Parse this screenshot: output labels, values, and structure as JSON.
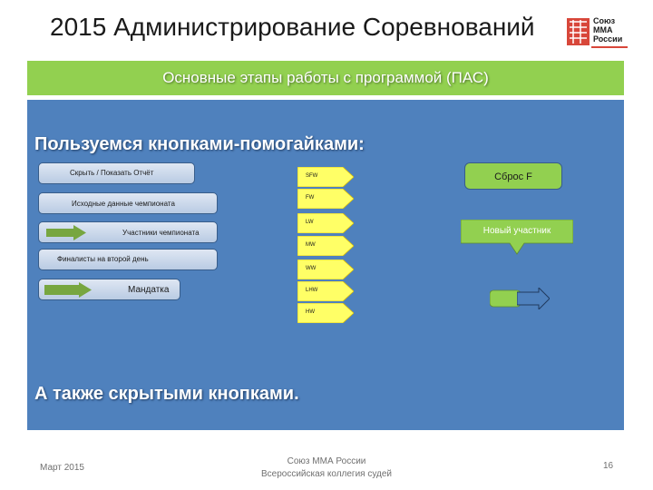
{
  "header": {
    "title": "2015 Администрирование Соревнований",
    "logo_text_1": "Союз",
    "logo_text_2": "ММА",
    "logo_text_3": "России"
  },
  "banner": {
    "text": "Основные этапы работы с программой (ПАС)"
  },
  "panel": {
    "heading": "Пользуемся кнопками-помогайками:",
    "heading2": "А также скрытыми кнопками."
  },
  "left_buttons": [
    {
      "label": "Скрыть / Показать Отчёт"
    },
    {
      "label": "Исходные данные чемпионата"
    },
    {
      "label": "Участники чемпионата"
    },
    {
      "label": "Финалисты на второй день"
    },
    {
      "label": "Мандатка"
    }
  ],
  "chevrons": [
    {
      "label": "SFW"
    },
    {
      "label": "FW"
    },
    {
      "label": "LW"
    },
    {
      "label": "MW"
    },
    {
      "label": "WW"
    },
    {
      "label": "LHW"
    },
    {
      "label": "HW"
    }
  ],
  "reset_button": {
    "label": "Сброс F"
  },
  "new_participant": {
    "label": "Новый участник"
  },
  "footer": {
    "date": "Март 2015",
    "org_line1": "Союз ММА России",
    "org_line2": "Всероссийская коллегия судей",
    "page": "16"
  },
  "colors": {
    "green": "#92d050",
    "blue": "#4f81bd",
    "dark_blue": "#385d8a"
  }
}
